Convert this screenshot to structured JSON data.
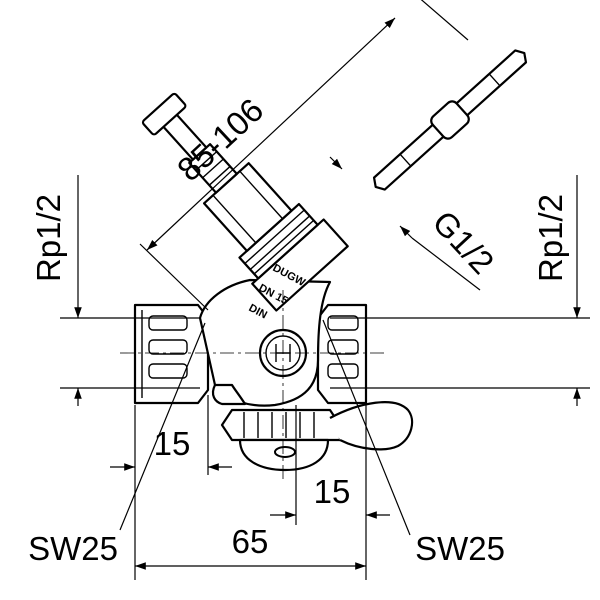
{
  "dimensions": {
    "diagonal_length": "85-106",
    "stem_thread": "G1/2",
    "inlet_thread": "Rp1/2",
    "outlet_thread": "Rp1/2",
    "inlet_thread_length": "15",
    "outlet_thread_length": "15",
    "overall_length": "65",
    "inlet_wrench_size": "SW25",
    "outlet_wrench_size": "SW25"
  },
  "body_markings": {
    "line1": "DUGW",
    "line2": "DN 15",
    "line3": "DIN"
  }
}
